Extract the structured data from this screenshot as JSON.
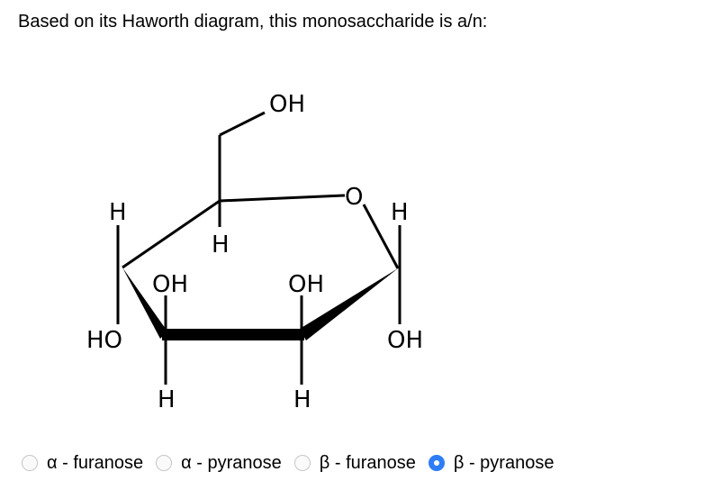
{
  "question": {
    "text": "Based on its Haworth diagram, this monosaccharide is a/n:"
  },
  "diagram": {
    "labels": {
      "ch2oh_oh": "OH",
      "ring_oxygen": "O",
      "c5_h": "H",
      "c4_h_top": "H",
      "c4_ho": "HO",
      "c4_oh": "OH",
      "c3_h": "H",
      "c2_oh": "OH",
      "c2_h": "H",
      "c1_h": "H",
      "c1_oh": "OH"
    }
  },
  "options": [
    {
      "label": "α - furanose",
      "selected": false
    },
    {
      "label": "α - pyranose",
      "selected": false
    },
    {
      "label": "β - furanose",
      "selected": false
    },
    {
      "label": "β - pyranose",
      "selected": true
    }
  ],
  "colors": {
    "accent": "#2f7df6",
    "radio_border": "#c7c7c7"
  }
}
